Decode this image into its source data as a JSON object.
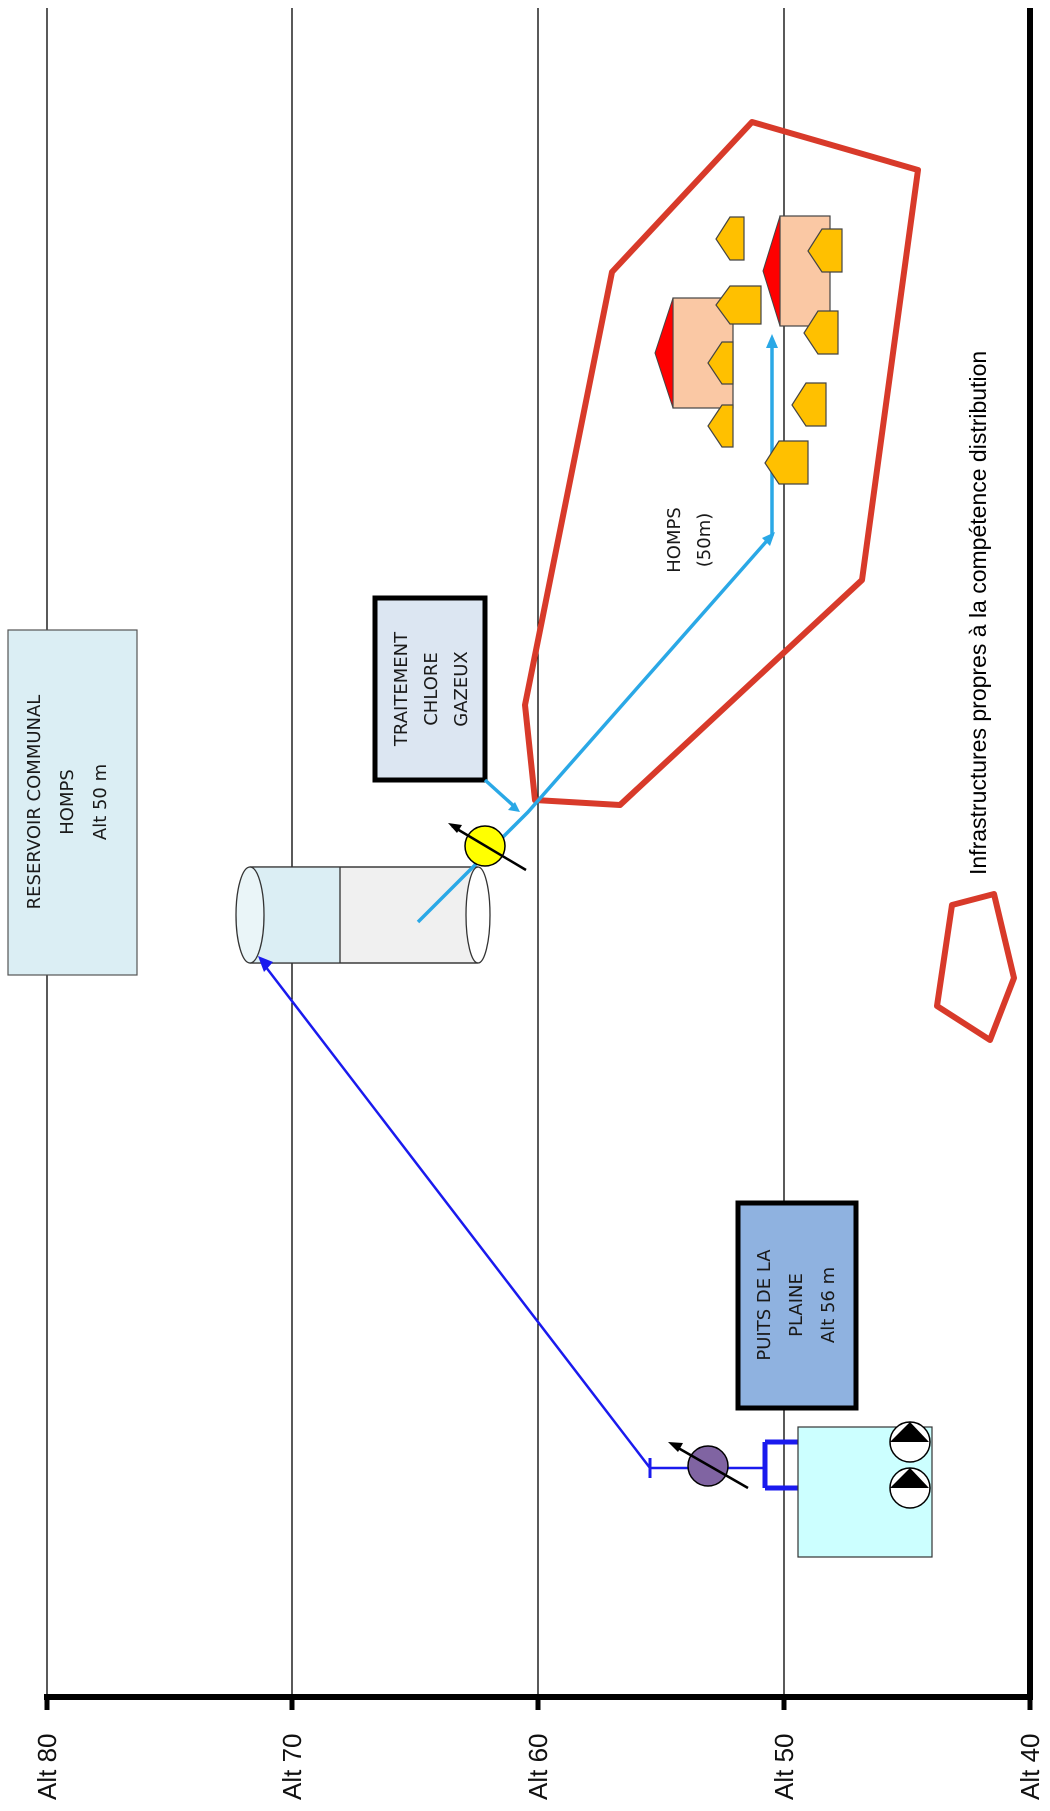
{
  "altitude_axis": {
    "ticks": [
      "Alt 80",
      "Alt 70",
      "Alt 60",
      "Alt 50",
      "Alt 40"
    ]
  },
  "nodes": {
    "reservoir": {
      "lines": [
        "RESERVOIR COMMUNAL",
        "HOMPS",
        "Alt 50 m"
      ]
    },
    "treatment": {
      "lines": [
        "TRAITEMENT",
        "CHLORE",
        "GAZEUX"
      ]
    },
    "well": {
      "lines": [
        "PUITS DE LA",
        "PLAINE",
        "Alt 56 m"
      ]
    },
    "town": {
      "lines": [
        "HOMPS",
        "(50m)"
      ]
    }
  },
  "legend": {
    "label": "Infrastructures propres à la compétence distribution"
  },
  "colors": {
    "zone_outline": "#d83a2a",
    "raw_pipe": "#1a1aee",
    "treated_pipe": "#2aa8e6",
    "reservoir_box_fill": "#dbeef4",
    "treatment_box_fill": "#dce6f2",
    "well_box_fill": "#8fb2e0",
    "house_fill": "#ffc000",
    "building_fill": "#fac8a4",
    "roof_red": "#ff0000",
    "meter_treated": "#ffff00",
    "meter_raw": "#8064a2",
    "pump_well_fill": "#ccffff"
  }
}
